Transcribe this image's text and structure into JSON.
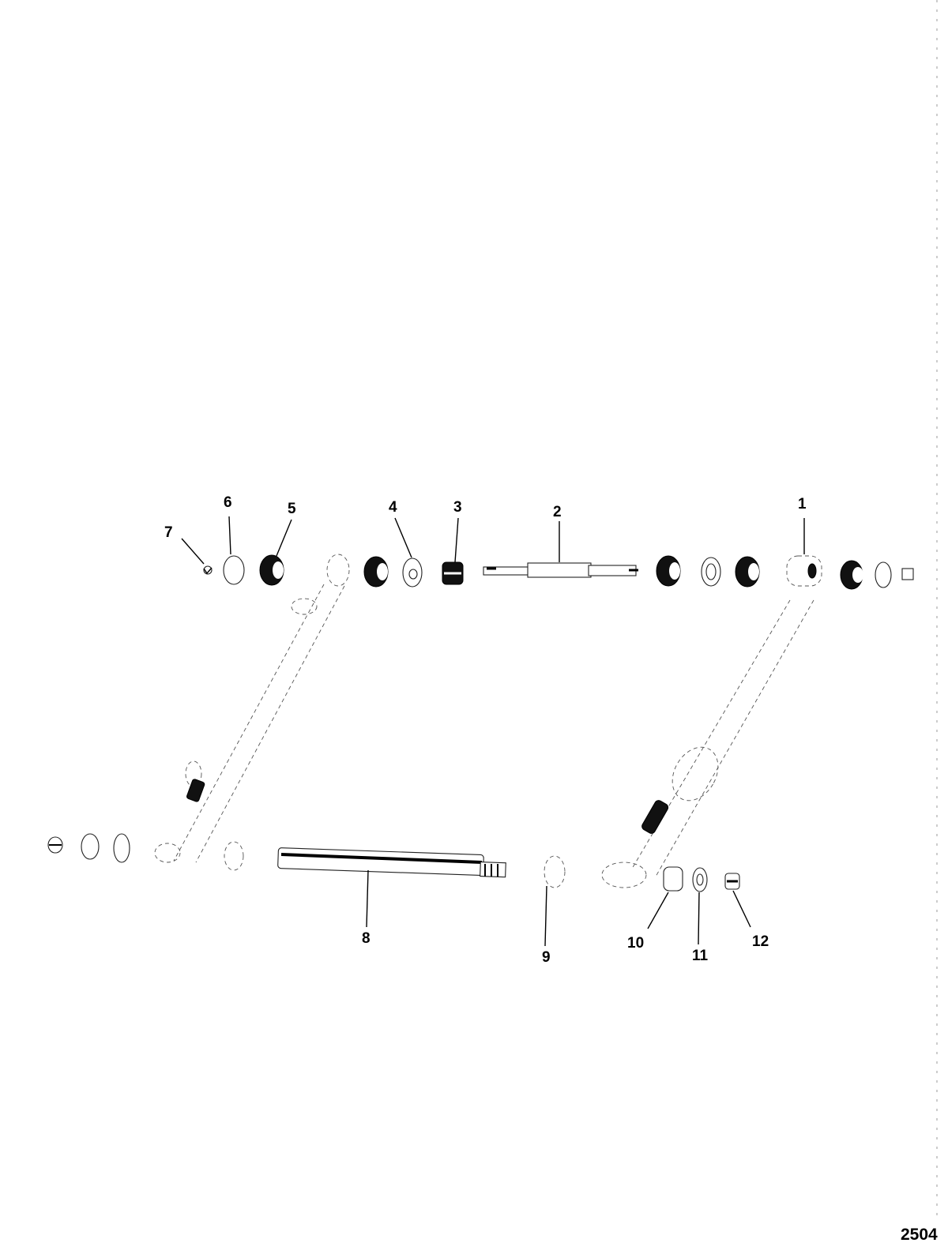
{
  "figure_number": "2504",
  "callouts": [
    "1",
    "2",
    "3",
    "4",
    "5",
    "6",
    "7",
    "8",
    "9",
    "10",
    "11",
    "12"
  ],
  "colors": {
    "ink": "#000000",
    "paper": "#ffffff"
  }
}
